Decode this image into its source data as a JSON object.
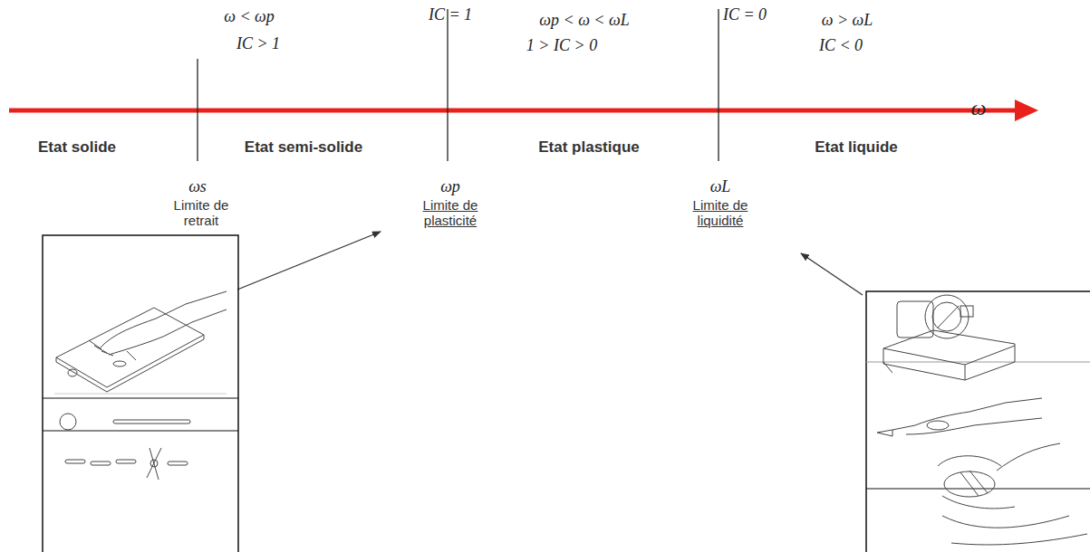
{
  "diagram": {
    "labels": [
      "ω < ωp",
      "IC > 1",
      "IC = 1",
      "ωp < ω < ωL",
      "1 > IC > 0",
      "IC = 0",
      "ω > ωL",
      "IC < 0",
      "ω",
      "Etat solide",
      "Etat semi-solide",
      "Etat plastique",
      "Etat liquide",
      "ωs",
      "Limite de retrait",
      "ωp",
      "Limite de plasticité",
      "ωL",
      "Limite de liquidité"
    ]
  }
}
